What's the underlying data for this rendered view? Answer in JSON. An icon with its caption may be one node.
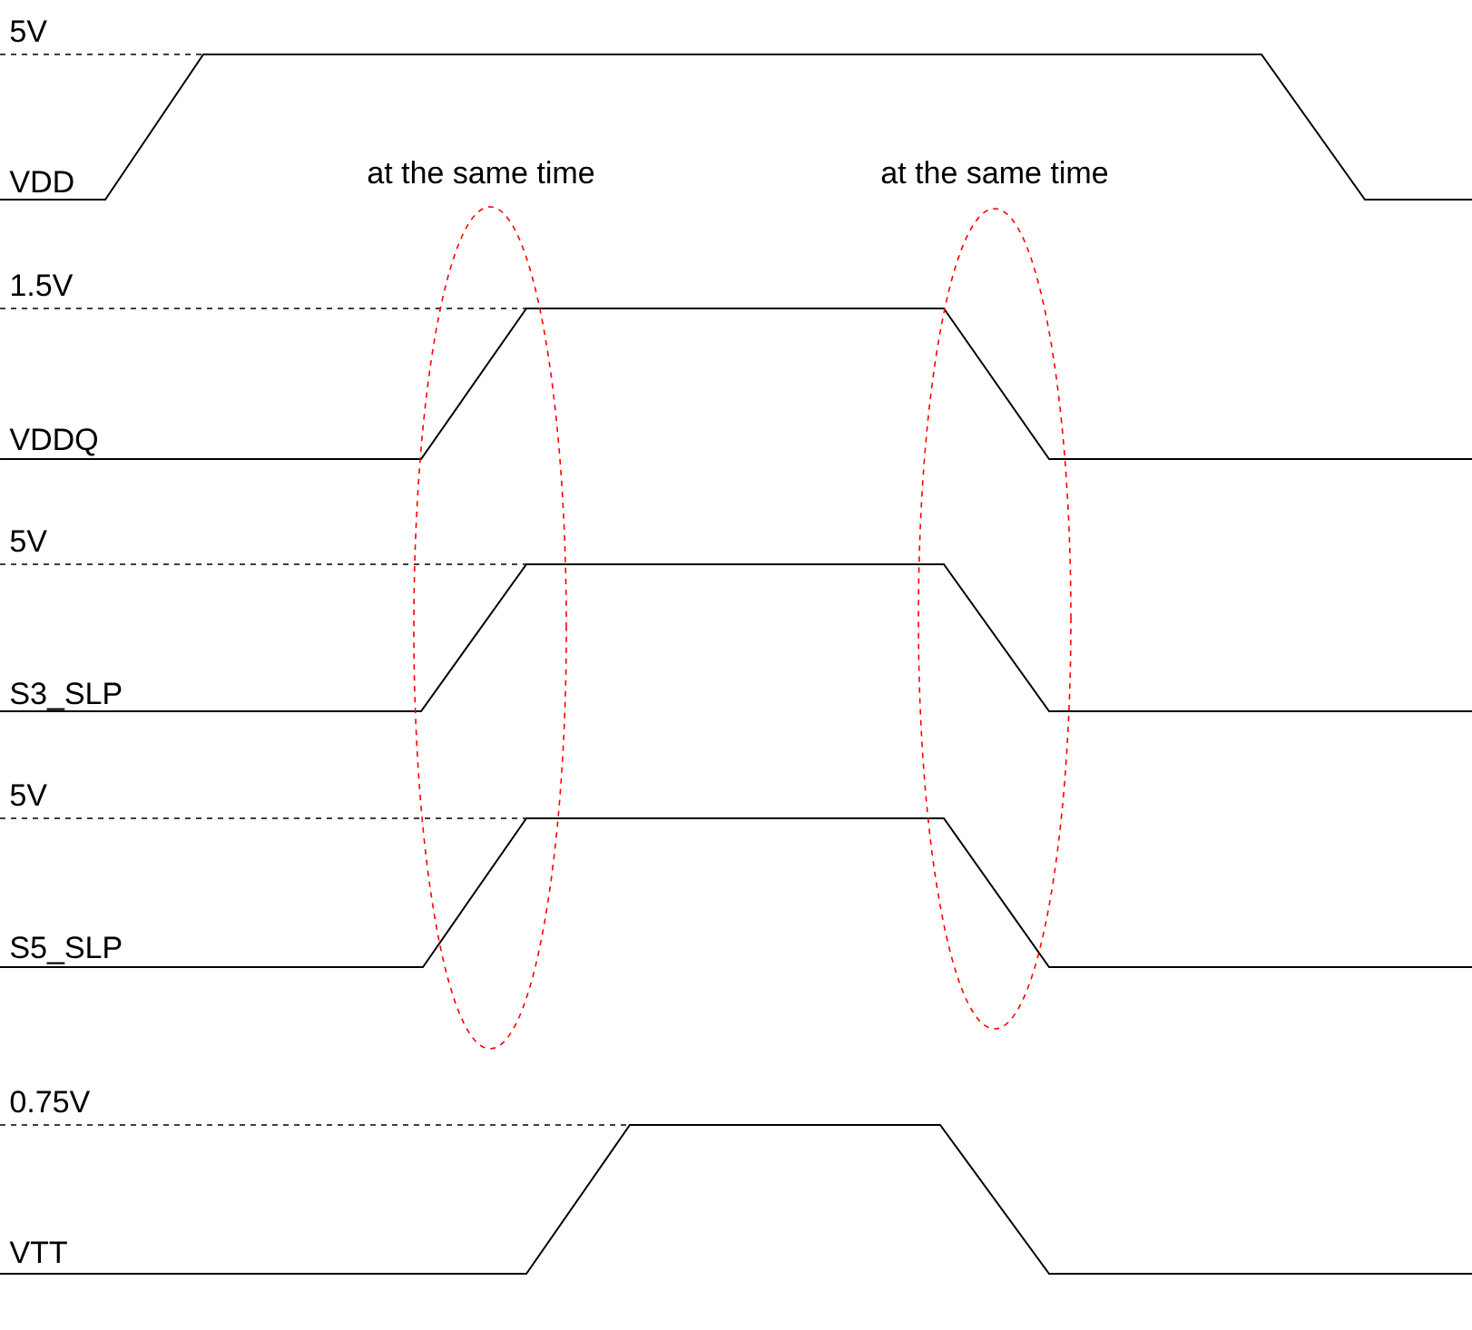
{
  "diagram": {
    "nodes": [
      {
        "text": [
          "at the same time"
        ]
      },
      {
        "text": [
          "at the same time"
        ]
      }
    ],
    "labels": [
      "5V",
      "VDD",
      "1.5V",
      "VDDQ",
      "5V",
      "S3_SLP",
      "5V",
      "S5_SLP",
      "0.75V",
      "VTT"
    ]
  }
}
